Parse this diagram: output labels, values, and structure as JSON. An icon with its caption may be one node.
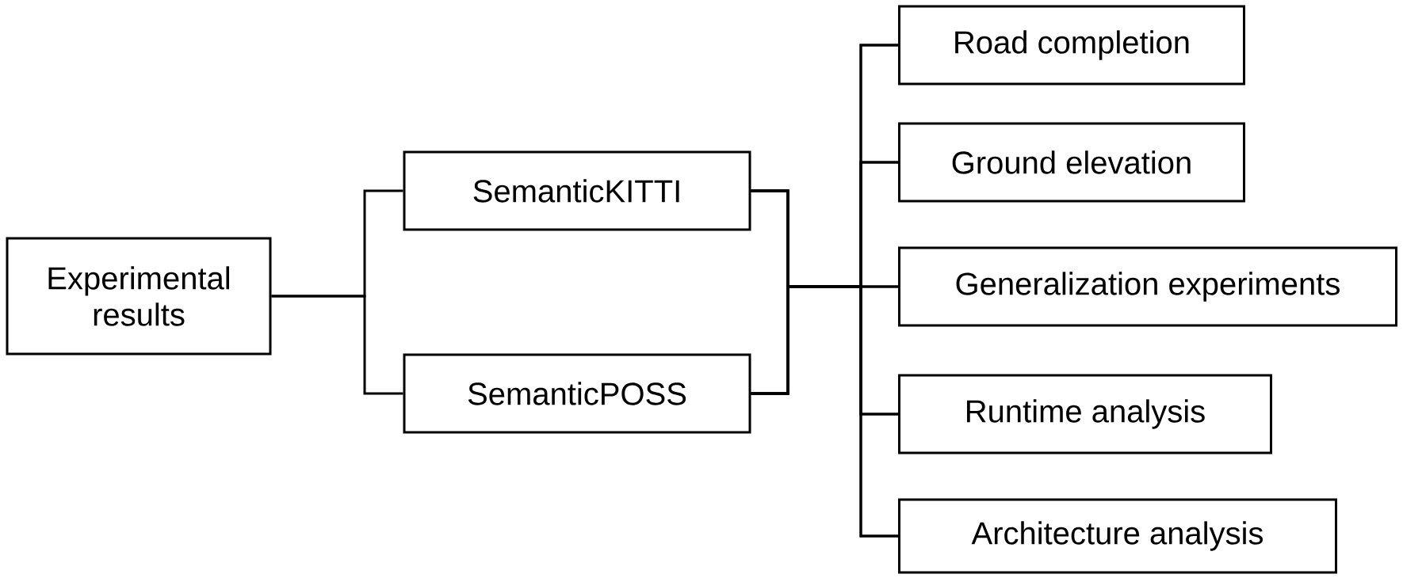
{
  "diagram": {
    "nodes": [
      {
        "text": [
          "Experimental results"
        ]
      },
      {
        "text": [
          "SemanticKITTI"
        ]
      },
      {
        "text": [
          "SemanticPOSS"
        ]
      },
      {
        "text": [
          "Road completion"
        ]
      },
      {
        "text": [
          "Ground elevation"
        ]
      },
      {
        "text": [
          "Generalization experiments"
        ]
      },
      {
        "text": [
          "Runtime analysis"
        ]
      },
      {
        "text": [
          "Architecture analysis"
        ]
      }
    ],
    "edges": [
      {
        "from": 0,
        "to": 1,
        "arrow": "none"
      },
      {
        "from": 0,
        "to": 2,
        "arrow": "none"
      },
      {
        "from": 1,
        "to": 3,
        "arrow": "none"
      },
      {
        "from": 1,
        "to": 4,
        "arrow": "none"
      },
      {
        "from": 1,
        "to": 5,
        "arrow": "none"
      },
      {
        "from": 1,
        "to": 6,
        "arrow": "none"
      },
      {
        "from": 1,
        "to": 7,
        "arrow": "none"
      },
      {
        "from": 2,
        "to": 3,
        "arrow": "none"
      },
      {
        "from": 2,
        "to": 4,
        "arrow": "none"
      },
      {
        "from": 2,
        "to": 5,
        "arrow": "none"
      },
      {
        "from": 2,
        "to": 6,
        "arrow": "none"
      },
      {
        "from": 2,
        "to": 7,
        "arrow": "none"
      }
    ]
  }
}
